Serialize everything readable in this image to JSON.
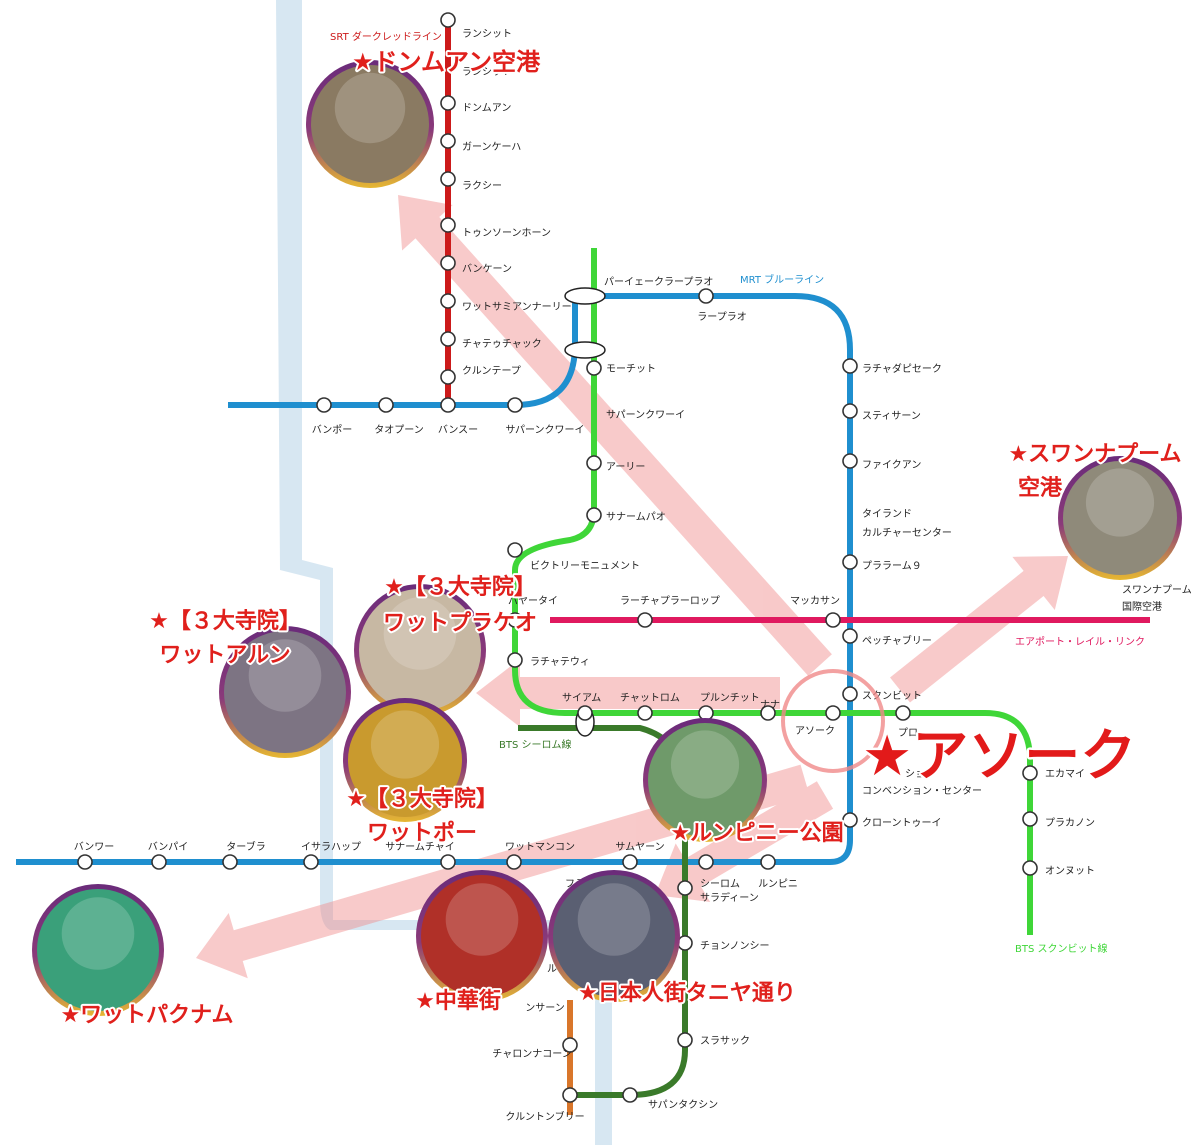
{
  "lines": [
    {
      "id": "srt",
      "name": "SRT ダークレッドライン",
      "color": "#cc1a1a"
    },
    {
      "id": "mrt",
      "name": "MRT ブルーライン",
      "color": "#1f8fcf"
    },
    {
      "id": "sukhumvit",
      "name": "BTS スクンビット線",
      "color": "#3fd638"
    },
    {
      "id": "silom",
      "name": "BTS シーロム線",
      "color": "#3a7a2a"
    },
    {
      "id": "arl",
      "name": "エアポート・レイル・リンク",
      "color": "#e0195f"
    }
  ],
  "stations": [
    {
      "name": "ランシット"
    },
    {
      "name": "ランシット"
    },
    {
      "name": "ドンムアン"
    },
    {
      "name": "ガーンケーハ"
    },
    {
      "name": "ラクシー"
    },
    {
      "name": "トゥンソーンホーン"
    },
    {
      "name": "バンケーン"
    },
    {
      "name": "ワットサミアンナーリー"
    },
    {
      "name": "チャテゥチャック"
    },
    {
      "name": "クルンテープ"
    },
    {
      "name": "バンポー"
    },
    {
      "name": "タオプーン"
    },
    {
      "name": "バンスー"
    },
    {
      "name": "サパーンクワーイ"
    },
    {
      "name": "パーイェークラープラオ"
    },
    {
      "name": "ラープラオ"
    },
    {
      "name": "モーチット"
    },
    {
      "name": "サパーンクワーイ"
    },
    {
      "name": "アーリー"
    },
    {
      "name": "サナームパオ"
    },
    {
      "name": "ビクトリーモニュメント"
    },
    {
      "name": "パヤータイ"
    },
    {
      "name": "ラーチャプラーロップ"
    },
    {
      "name": "マッカサン"
    },
    {
      "name": "ラチャダピセーク"
    },
    {
      "name": "スティサーン"
    },
    {
      "name": "ファイクアン"
    },
    {
      "name": "タイランド"
    },
    {
      "name": "カルチャーセンター"
    },
    {
      "name": "プララーム９"
    },
    {
      "name": "ペッチャブリー"
    },
    {
      "name": "スクンビット"
    },
    {
      "name": "ショ"
    },
    {
      "name": "コンベンション・センター"
    },
    {
      "name": "クローントゥーイ"
    },
    {
      "name": "スワンナプーム"
    },
    {
      "name": "国際空港"
    },
    {
      "name": "ラチャテウィ"
    },
    {
      "name": "サイアム"
    },
    {
      "name": "チャットロム"
    },
    {
      "name": "プルンチット"
    },
    {
      "name": "ナナ"
    },
    {
      "name": "アソーク"
    },
    {
      "name": "プロ"
    },
    {
      "name": "エカマイ"
    },
    {
      "name": "プラカノン"
    },
    {
      "name": "オンヌット"
    },
    {
      "name": "バンワー"
    },
    {
      "name": "バンパイ"
    },
    {
      "name": "ターブラ"
    },
    {
      "name": "イサラハップ"
    },
    {
      "name": "サナームチャイ"
    },
    {
      "name": "ワットマンコン"
    },
    {
      "name": "サムヤーン"
    },
    {
      "name": "シーロム"
    },
    {
      "name": "ルンピニ"
    },
    {
      "name": "サラディーン"
    },
    {
      "name": "チョンノンシー"
    },
    {
      "name": "スラサック"
    },
    {
      "name": "サパンタクシン"
    },
    {
      "name": "クルントンブリー"
    },
    {
      "name": "チャロンナコーン"
    },
    {
      "name": "ンサーン"
    },
    {
      "name": "フラ"
    },
    {
      "name": "ル"
    }
  ],
  "spots": [
    {
      "label": "★ドンムアン空港",
      "fill": "#8a7a62"
    },
    {
      "label": "★スワンナプーム",
      "label2": "空港",
      "fill": "#8f8a7a"
    },
    {
      "label": "★【３大寺院】",
      "label2": "ワットプラケオ",
      "fill": "#c7b8a3"
    },
    {
      "label": "★【３大寺院】",
      "label2": "ワットアルン",
      "fill": "#7d7483"
    },
    {
      "label": "★【３大寺院】",
      "label2": "ワットポー",
      "fill": "#c99a2e"
    },
    {
      "label": "★ルンピニー公園",
      "fill": "#6f9a6a"
    },
    {
      "label": "★ワットパクナム",
      "fill": "#3aa07a"
    },
    {
      "label": "★中華街",
      "fill": "#b03028"
    },
    {
      "label": "★日本人街タニヤ通り",
      "fill": "#5a5f72"
    }
  ],
  "highlight": {
    "label": "★アソーク"
  },
  "colors": {
    "river": "#d7e7f2",
    "arrow": "#f08a8a",
    "spot_label": "#e0201c",
    "ring_outer": "#6a2b7a",
    "ring_inner": "#e6b832"
  }
}
